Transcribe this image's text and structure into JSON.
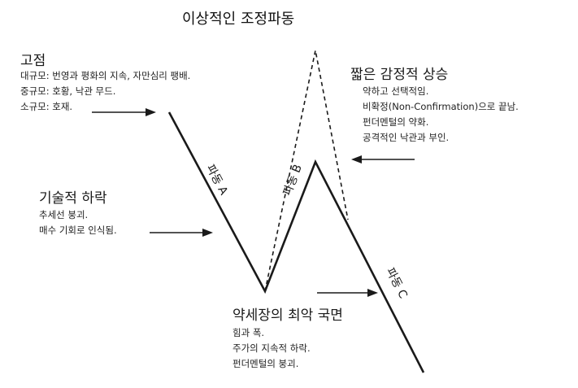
{
  "title": "이상적인 조정파동",
  "peak": {
    "heading": "고점",
    "lines": [
      "대규모: 번영과 평화의 지속, 자만심리 팽배.",
      "중규모: 호황, 낙관 무드.",
      "소규모: 호재."
    ]
  },
  "technical_drop": {
    "heading": "기술적 하락",
    "lines": [
      "추세선 붕괴.",
      "매수 기회로 인식됨."
    ]
  },
  "short_rally": {
    "heading": "짧은 감정적 상승",
    "lines": [
      "약하고 선택적임.",
      "비확정(Non-Confirmation)으로 끝남.",
      "펀더멘털의 약화.",
      "공격적인 낙관과 부인."
    ]
  },
  "worst_phase": {
    "heading": "약세장의 최악 국면",
    "lines": [
      "힘과 폭.",
      "주가의 지속적 하락.",
      "펀더멘털의 붕괴."
    ]
  },
  "wave_labels": {
    "a": "파동 A",
    "b": "파동 B",
    "c": "파동 C"
  },
  "colors": {
    "line": "#1a1a1a",
    "text": "#222222",
    "background": "#ffffff"
  }
}
